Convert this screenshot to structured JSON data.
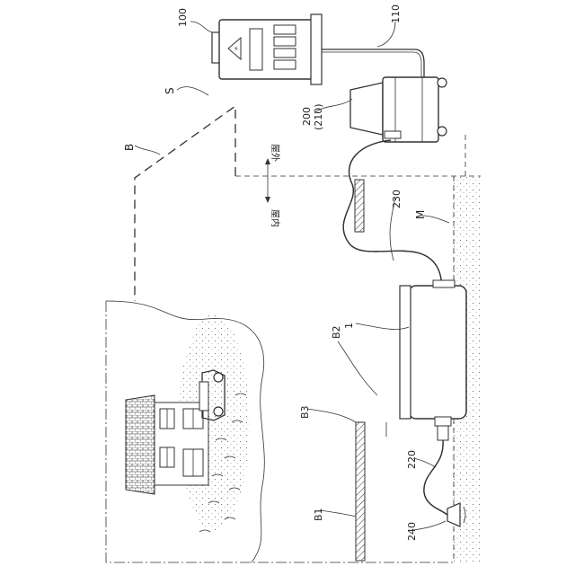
{
  "labels": {
    "100": "100",
    "110": "110",
    "S": "S",
    "B": "B",
    "200": "200",
    "210": "(210)",
    "230": "230",
    "M": "M",
    "1": "1",
    "B2": "B2",
    "B3": "B3",
    "220": "220",
    "B1": "B1",
    "240": "240"
  },
  "annotations": {
    "outdoor": "屋外",
    "indoor": "屋内"
  }
}
